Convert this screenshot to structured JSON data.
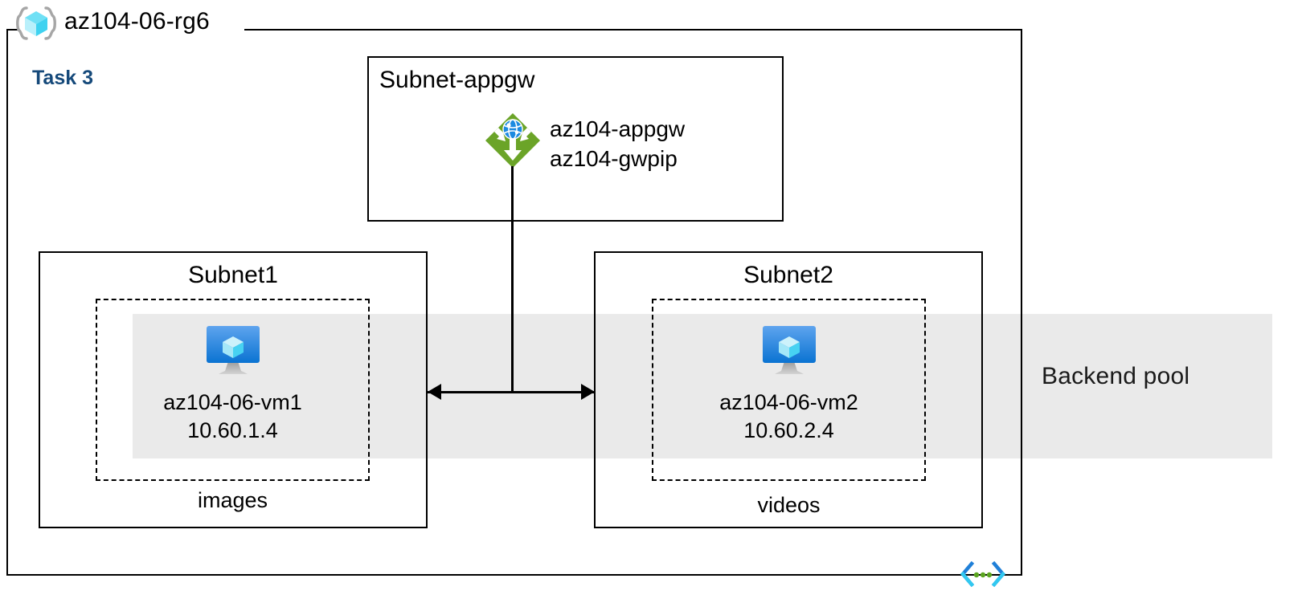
{
  "diagram": {
    "resource_group": {
      "name": "az104-06-rg6",
      "icon": "resource-group-cube-icon"
    },
    "task_label": "Task 3",
    "task_color": "#15497a",
    "backend_pool": {
      "label": "Backend pool",
      "band_color": "#eaeaea"
    },
    "subnets": [
      {
        "id": "appgw",
        "title": "Subnet-appgw",
        "footer": "",
        "resources": [
          {
            "icon": "application-gateway-icon",
            "name": "az104-appgw",
            "secondary": "az104-gwpip"
          }
        ]
      },
      {
        "id": "subnet1",
        "title": "Subnet1",
        "footer": "images",
        "resources": [
          {
            "icon": "virtual-machine-icon",
            "name": "az104-06-vm1",
            "ip": "10.60.1.4"
          }
        ]
      },
      {
        "id": "subnet2",
        "title": "Subnet2",
        "footer": "videos",
        "resources": [
          {
            "icon": "virtual-machine-icon",
            "name": "az104-06-vm2",
            "ip": "10.60.2.4"
          }
        ]
      }
    ],
    "connectors": [
      {
        "from": "az104-appgw",
        "to": "backend-vms",
        "style": "double-arrow"
      }
    ],
    "footer_icon": "code-brackets-icon",
    "colors": {
      "gateway_green": "#6ba428",
      "vm_blue": "#1f84e0",
      "cube_cyan": "#86e3f7",
      "line_black": "#000000",
      "band_gray": "#eaeaea",
      "code_icon_blue": "#2080d8",
      "code_icon_cyan": "#32c8f0",
      "code_icon_green": "#5ba520"
    }
  }
}
